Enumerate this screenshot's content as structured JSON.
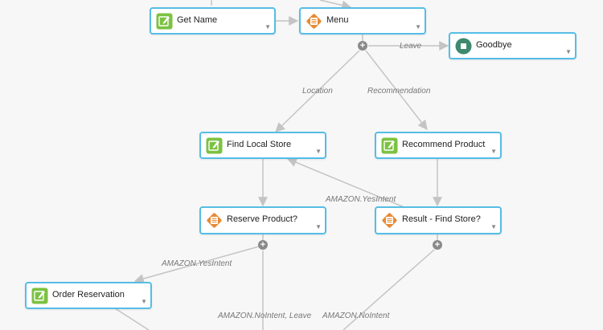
{
  "nodes": {
    "get_name": {
      "label": "Get Name",
      "icon": "edit-icon"
    },
    "menu": {
      "label": "Menu",
      "icon": "menu-icon"
    },
    "goodbye": {
      "label": "Goodbye",
      "icon": "stop-icon"
    },
    "find_local_store": {
      "label": "Find Local Store",
      "icon": "edit-icon"
    },
    "recommend_product": {
      "label": "Recommend Product",
      "icon": "edit-icon"
    },
    "reserve_product": {
      "label": "Reserve Product?",
      "icon": "menu-icon"
    },
    "result_find_store": {
      "label": "Result - Find Store?",
      "icon": "menu-icon"
    },
    "order_reservation": {
      "label": "Order Reservation",
      "icon": "edit-icon"
    }
  },
  "edge_labels": {
    "leave": "Leave",
    "location": "Location",
    "recommendation": "Recommendation",
    "amazon_yes_1": "AMAZON.YesIntent",
    "amazon_yes_2": "AMAZON.YesIntent",
    "amazon_no_leave": "AMAZON.NoIntent, Leave",
    "amazon_no": "AMAZON.NoIntent"
  },
  "plus_symbol": "+",
  "caret_symbol": "▼",
  "colors": {
    "node_border": "#55bde6",
    "edit_icon": "#7cc242",
    "menu_icon": "#e88a35",
    "stop_icon": "#3d8a6e",
    "edge": "#c4c4c4",
    "plus": "#8a8a8a"
  }
}
